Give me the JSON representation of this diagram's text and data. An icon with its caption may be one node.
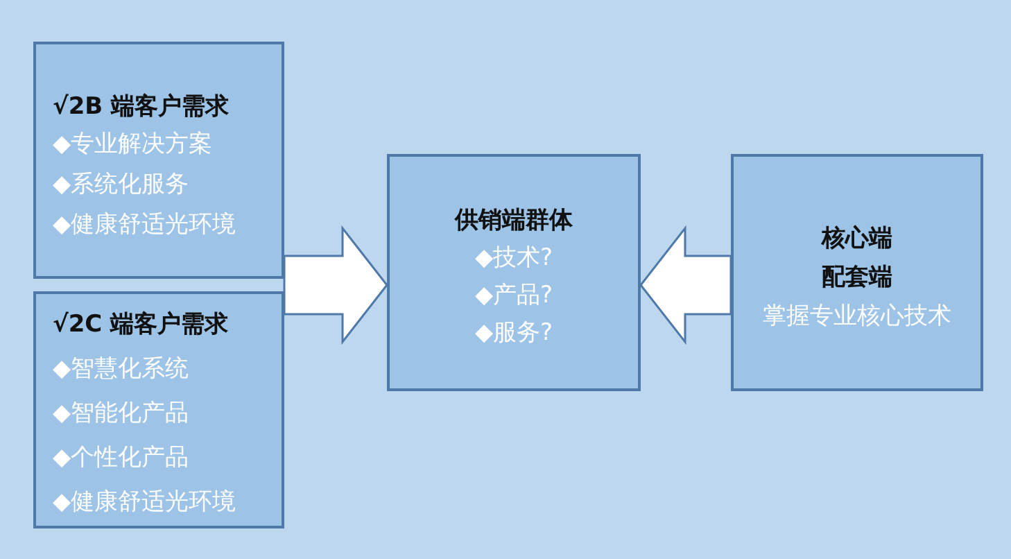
{
  "diagram": {
    "nodes": [
      {
        "text": [
          "√2B 端客户需求",
          "◆专业解决方案",
          "◆系统化服务",
          "◆健康舒适光环境"
        ]
      },
      {
        "text": [
          "√2C 端客户需求",
          "◆智慧化系统",
          "◆智能化产品",
          "◆个性化产品",
          "◆健康舒适光环境"
        ]
      },
      {
        "text": [
          "供销端群体",
          "◆技术?",
          "◆产品?",
          "◆服务?"
        ]
      },
      {
        "text": [
          "核心端",
          "配套端",
          "掌握专业核心技术"
        ]
      }
    ],
    "edges": [
      {
        "from": 0,
        "to": 2,
        "arrow": "to"
      },
      {
        "from": 1,
        "to": 2,
        "arrow": "to"
      },
      {
        "from": 3,
        "to": 2,
        "arrow": "to"
      }
    ]
  }
}
